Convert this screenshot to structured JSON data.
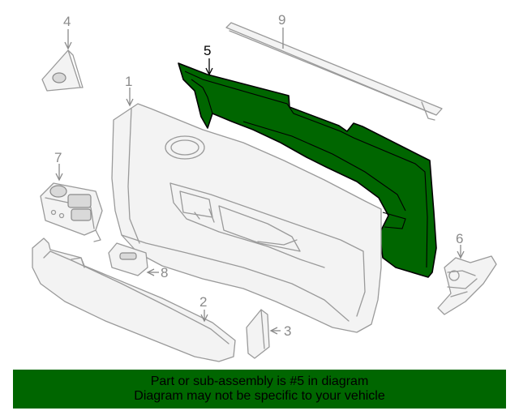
{
  "colors": {
    "highlight": "#006600",
    "banner_bg": "#006600",
    "banner_text": "#000000",
    "line": "#9a9a9a"
  },
  "callouts": {
    "c1": "1",
    "c2": "2",
    "c3": "3",
    "c4": "4",
    "c5": "5",
    "c6": "6",
    "c7": "7",
    "c8": "8",
    "c9": "9"
  },
  "highlighted_part": "5",
  "banner": {
    "line1": "Part or sub-assembly is #5 in diagram",
    "line2": "Diagram may not be specific to your vehicle"
  }
}
